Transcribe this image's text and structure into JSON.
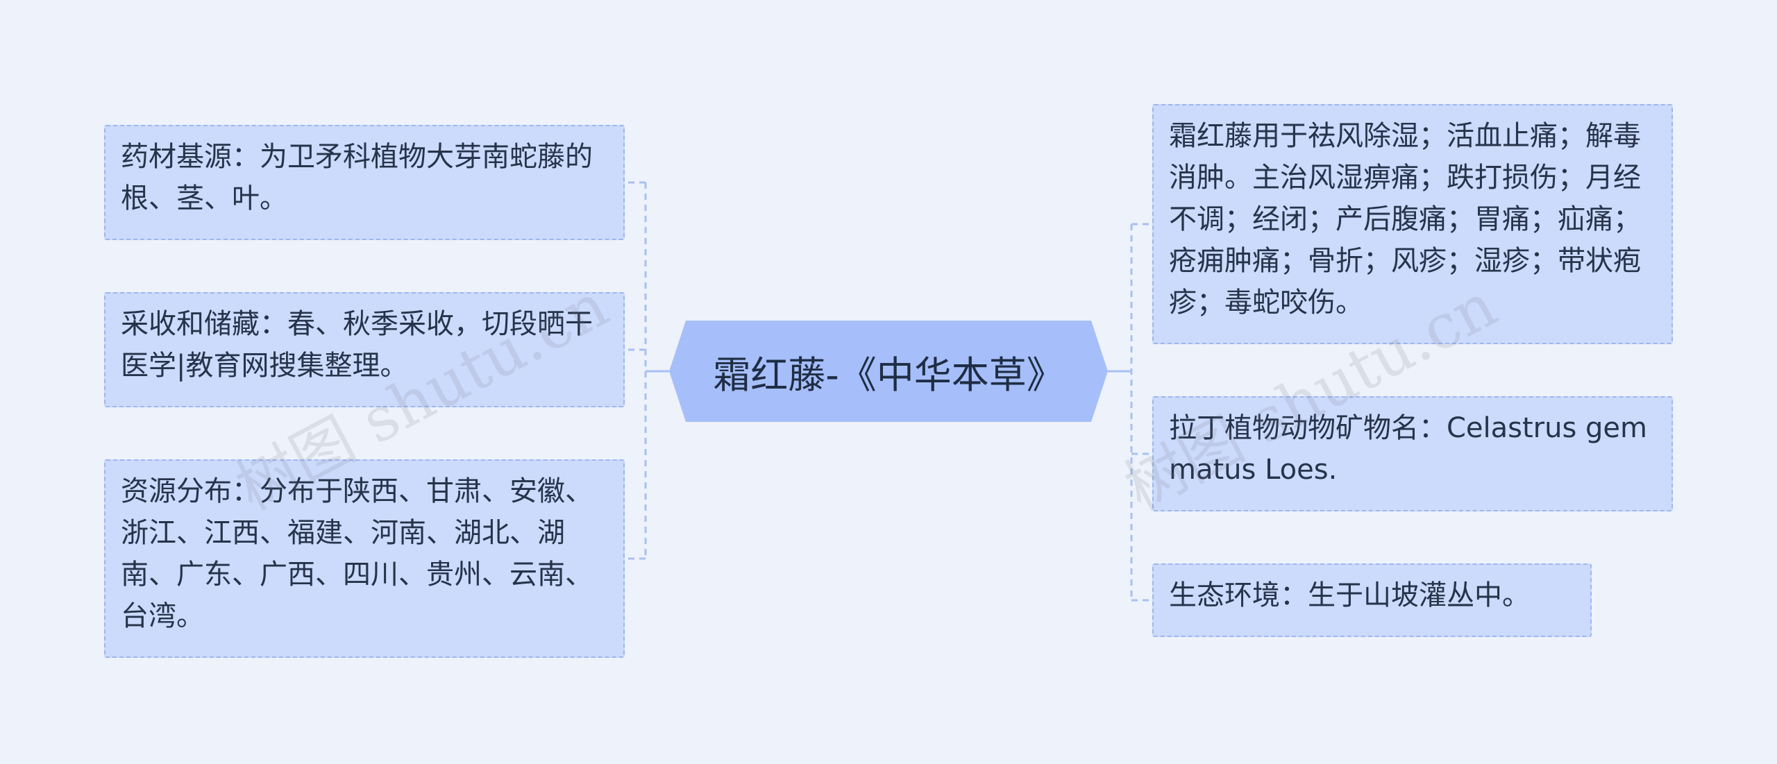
{
  "central_topic": "霜红藤-《中华本草》",
  "left_topics": [
    "药材基源：为卫矛科植物大芽南蛇藤的根、茎、叶。",
    "采收和储藏：春、秋季采收，切段晒干医学|教育网搜集整理。",
    "资源分布：分布于陕西、甘肃、安徽、浙江、江西、福建、河南、湖北、湖南、广东、广西、四川、贵州、云南、台湾。"
  ],
  "right_topics": [
    "霜红藤用于祛风除湿；活血止痛；解毒消肿。主治风湿痹痛；跌打损伤；月经不调；经闭；产后腹痛；胃痛；疝痛；疮痈肿痛；骨折；风疹；湿疹；带状疱疹；毒蛇咬伤。",
    "拉丁植物动物矿物名：Celastrus gemmatus Loes.",
    "生态环境：生于山坡灌丛中。"
  ],
  "watermark": "树图 shutu.cn",
  "colors": {
    "background": "#edf2fb",
    "central_fill": "#a6bffa",
    "topic_fill": "#ccdafc",
    "topic_border": "#9db6ef",
    "connector": "#a9c0f2"
  }
}
